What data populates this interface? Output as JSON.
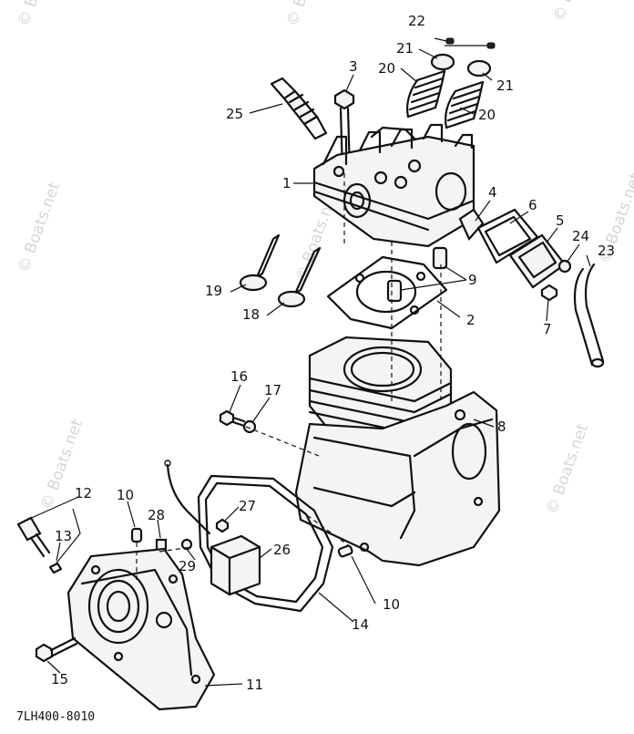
{
  "watermark": "© Boats.net",
  "diagram_code": "7LH400-8010",
  "callouts": {
    "p1": "1",
    "p2": "2",
    "p3": "3",
    "p4": "4",
    "p5": "5",
    "p6": "6",
    "p7": "7",
    "p8": "8",
    "p9": "9",
    "p10a": "10",
    "p10b": "10",
    "p11": "11",
    "p12": "12",
    "p13": "13",
    "p14": "14",
    "p15": "15",
    "p16": "16",
    "p17": "17",
    "p18": "18",
    "p19": "19",
    "p20a": "20",
    "p20b": "20",
    "p21a": "21",
    "p21b": "21",
    "p22": "22",
    "p23": "23",
    "p24": "24",
    "p25": "25",
    "p26": "26",
    "p27": "27",
    "p28": "28",
    "p29": "29"
  }
}
